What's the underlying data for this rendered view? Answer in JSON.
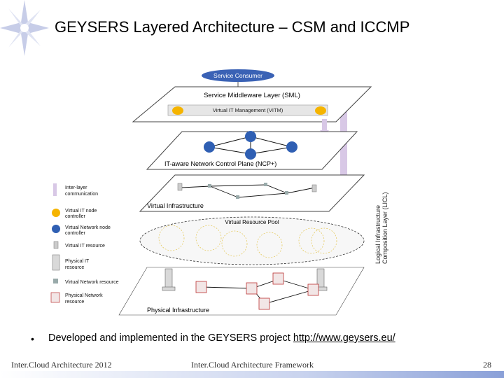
{
  "slide": {
    "title": "GEYSERS Layered Architecture – CSM and ICCMP",
    "bullet_text": "Developed and implemented in the GEYSERS project",
    "bullet_link": "http://www.geysers.eu/"
  },
  "diagram": {
    "service_consumer": "Service Consumer",
    "sml": "Service Middleware Layer (SML)",
    "vitm": "Virtual IT Management (VITM)",
    "ncp": "IT-aware Network Control Plane (NCP+)",
    "virtual_infrastructure": "Virtual Infrastructure",
    "virtual_resource_pool": "Virtual Resource Pool",
    "physical_infrastructure": "Physical Infrastructure",
    "lici_line1": "Logical Infrastructure",
    "lici_line2": "Composition Layer (LICL)",
    "legend": {
      "inter_layer_1": "Inter-layer",
      "inter_layer_2": "communication",
      "vit_node_1": "Virtual IT node",
      "vit_node_2": "controller",
      "vnet_node_1": "Virtual Network node",
      "vnet_node_2": "controller",
      "vit_resource": "Virtual IT resource",
      "pit_1": "Physical IT",
      "pit_2": "resource",
      "vnet_resource": "Virtual Network resource",
      "pnet_1": "Physical Network",
      "pnet_2": "resource"
    },
    "colors": {
      "service_consumer": "#3a62b5",
      "vit_controller": "#f5b400",
      "vnet_controller": "#2f5fb3",
      "arrow": "#d8c8e6"
    }
  },
  "footer": {
    "left": "Inter.Cloud Architecture 2012",
    "center": "Inter.Cloud Architecture Framework",
    "page": "28"
  }
}
